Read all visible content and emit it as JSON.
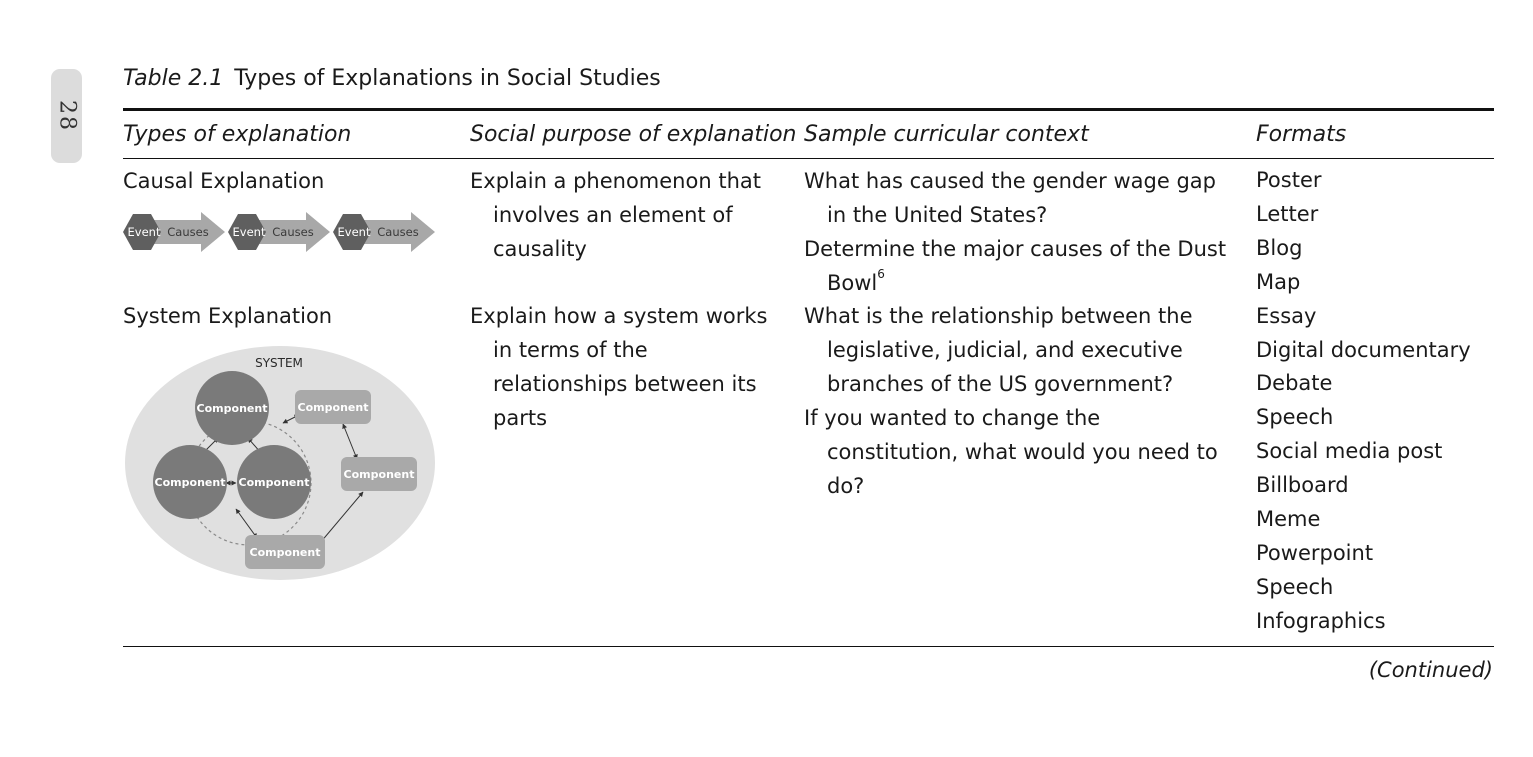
{
  "page_number": "28",
  "caption": {
    "label": "Table 2.1",
    "title": "Types of Explanations in Social Studies"
  },
  "headers": {
    "type": "Types of explanation",
    "purpose": "Social purpose of explanation",
    "context": "Sample curricular context",
    "formats": "Formats"
  },
  "rows": [
    {
      "type": "Causal Explanation",
      "purpose": "Explain a phenomenon that involves an element of causality",
      "contexts": [
        {
          "text": "What has caused the gender wage gap in the United States?",
          "note": ""
        },
        {
          "text": "Determine the major causes of the Dust Bowl",
          "note": "6"
        }
      ]
    },
    {
      "type": "System Explanation",
      "purpose": "Explain how a system works in terms of the relationships between its parts",
      "contexts": [
        {
          "text": "What is the relationship between the legislative, judicial, and executive branches of the US government?",
          "note": ""
        },
        {
          "text": "If you wanted to change the constitution, what would you need to do?",
          "note": ""
        }
      ]
    }
  ],
  "causal_diagram": {
    "event_label": "Event",
    "causes_label": "Causes"
  },
  "system_diagram": {
    "system_label": "SYSTEM",
    "component_label": "Component"
  },
  "formats": [
    "Poster",
    "Letter",
    "Blog",
    "Map",
    "Essay",
    "Digital documentary",
    "Debate",
    "Speech",
    "Social media post",
    "Billboard",
    "Meme",
    "Powerpoint",
    "Speech",
    "Infographics"
  ],
  "continued": "(Continued)",
  "colors": {
    "dark_node": "#7a7a7a",
    "light_node": "#a9a9a9",
    "ellipse": "#e0e0e0",
    "hexagon": "#5f5f5f",
    "arrow": "#a8a8a8"
  }
}
